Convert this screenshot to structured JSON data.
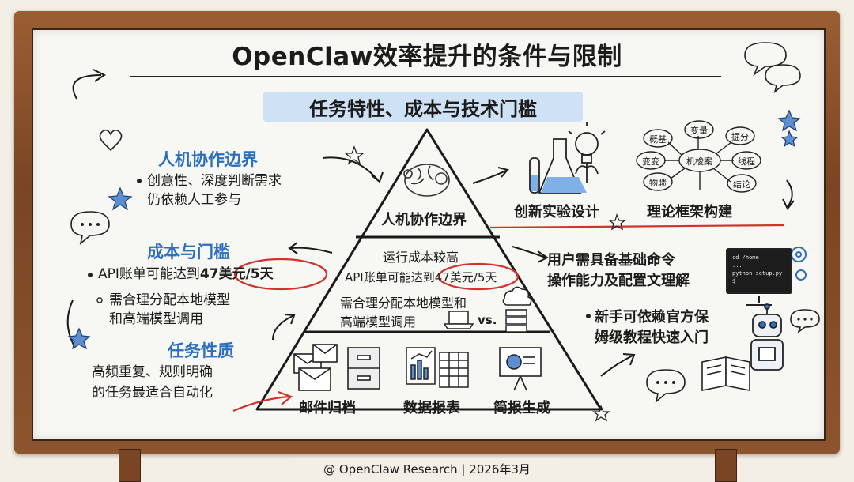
{
  "title": "OpenClaw效率提升的条件与限制",
  "subtitle": "任务特性、成本与技术门槛",
  "left": {
    "human": {
      "heading": "人机协作边界",
      "bullet": "创意性、深度判断需求",
      "bullet_cont": "仍依赖人工参与"
    },
    "cost": {
      "heading": "成本与门槛",
      "bullet1_prefix": "API账单可能达到",
      "bullet1_highlight": "47美元/5天",
      "bullet2": "需合理分配本地模型",
      "bullet2_cont": "和高端模型调用"
    },
    "task": {
      "heading": "任务性质",
      "line1": "高频重复、规则明确",
      "line2": "的任务最适合自动化"
    }
  },
  "pyramid": {
    "top_label": "人机协作边界",
    "middle_line1": "运行成本较高",
    "middle_line2_prefix": "API账单可能达到",
    "middle_line2_highlight": "47美元/5天",
    "middle_line3": "需合理分配本地模型和",
    "middle_line4": "高端模型调用",
    "middle_vs": "vs.",
    "bottom_items": [
      "邮件归档",
      "数据报表",
      "简报生成"
    ]
  },
  "right": {
    "innovation": "创新实验设计",
    "theory": "理论框架构建",
    "mindmap_center": "机梭案",
    "mindmap_nodes": [
      "概基",
      "变量",
      "掘分",
      "变变",
      "线程",
      "物聩",
      "结论"
    ],
    "skill_line1": "用户需具备基础命令",
    "skill_line2": "操作能力及配置文理解",
    "terminal_lines": [
      "cd /home",
      "...",
      "python setup.py",
      "$ _"
    ],
    "newbie_line1": "新手可依赖官方保",
    "newbie_line2": "姆级教程快速入门"
  },
  "footer": "@ OpenClaw Research | 2026年3月",
  "colors": {
    "accent_blue": "#2c6fc0",
    "highlight_red": "#d2322d",
    "subtitle_bg": "#cfe1f5",
    "frame_wood": "#7a4524"
  }
}
